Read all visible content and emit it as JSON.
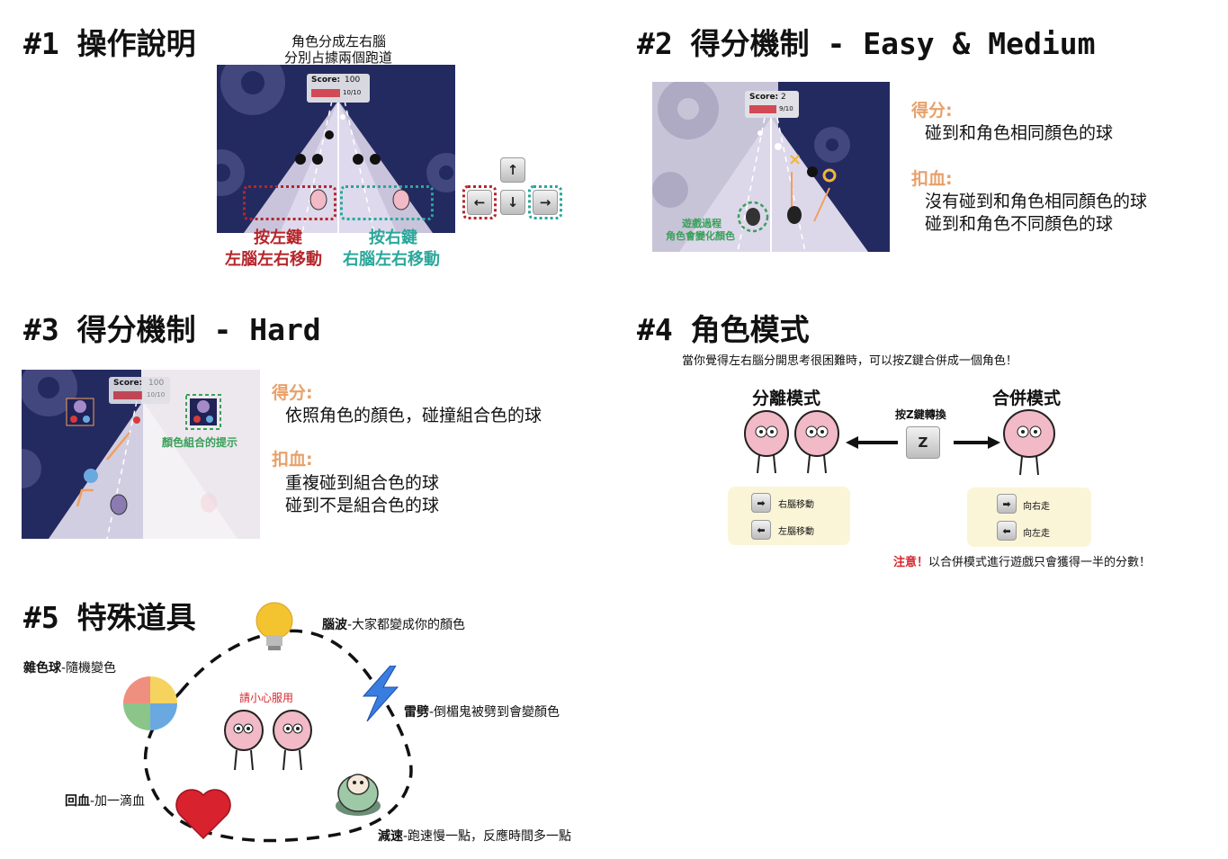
{
  "section1": {
    "title": "#1 操作說明",
    "caption_line1": "角色分成左右腦",
    "caption_line2": "分別占據兩個跑道",
    "score_label": "Score:",
    "score_value": "100",
    "hp": "10/10",
    "left_key": "按左鍵",
    "left_desc": "左腦左右移動",
    "right_key": "按右鍵",
    "right_desc": "右腦左右移動",
    "arrow_up": "↑",
    "arrow_left": "←",
    "arrow_down": "↓",
    "arrow_right": "→"
  },
  "section2": {
    "title": "#2 得分機制 - Easy & Medium",
    "score_label": "Score:",
    "score_value": "2",
    "hp": "9/10",
    "overlay_line1": "遊戲過程",
    "overlay_line2": "角色會變化顏色",
    "gain_label": "得分:",
    "gain_1": "碰到和角色相同顏色的球",
    "loss_label": "扣血:",
    "loss_1": "沒有碰到和角色相同顏色的球",
    "loss_2": "碰到和角色不同顏色的球"
  },
  "section3": {
    "title": "#3 得分機制 - Hard",
    "score_label": "Score:",
    "score_value": "100",
    "hp": "10/10",
    "hint": "顏色組合的提示",
    "gain_label": "得分:",
    "gain_1": "依照角色的顏色，碰撞組合色的球",
    "loss_label": "扣血:",
    "loss_1": "重複碰到組合色的球",
    "loss_2": "碰到不是組合色的球"
  },
  "section4": {
    "title": "#4 角色模式",
    "subtitle": "當你覺得左右腦分開思考很困難時，可以按Z鍵合併成一個角色！",
    "split_title": "分離模式",
    "merge_title": "合併模式",
    "switch_label": "按Z鍵轉換",
    "z_key": "Z",
    "split_right": "右腦移動",
    "split_left": "左腦移動",
    "merge_right": "向右走",
    "merge_left": "向左走",
    "note_prefix": "注意！",
    "note_text": "以合併模式進行遊戲只會獲得一半的分數！"
  },
  "section5": {
    "title": "#5 特殊道具",
    "center_text": "請小心服用",
    "items": [
      {
        "name": "腦波",
        "desc": "-大家都變成你的顏色"
      },
      {
        "name": "雜色球",
        "desc": "-隨機變色"
      },
      {
        "name": "雷劈",
        "desc": "-倒楣鬼被劈到會變顏色"
      },
      {
        "name": "回血",
        "desc": "-加一滴血"
      },
      {
        "name": "減速",
        "desc": "-跑速慢一點，反應時間多一點"
      }
    ]
  },
  "colors": {
    "orange": "#e8a06a",
    "red": "#b5252b",
    "teal": "#2aa79b",
    "navy": "#1f2356",
    "green": "#3aa05a"
  }
}
